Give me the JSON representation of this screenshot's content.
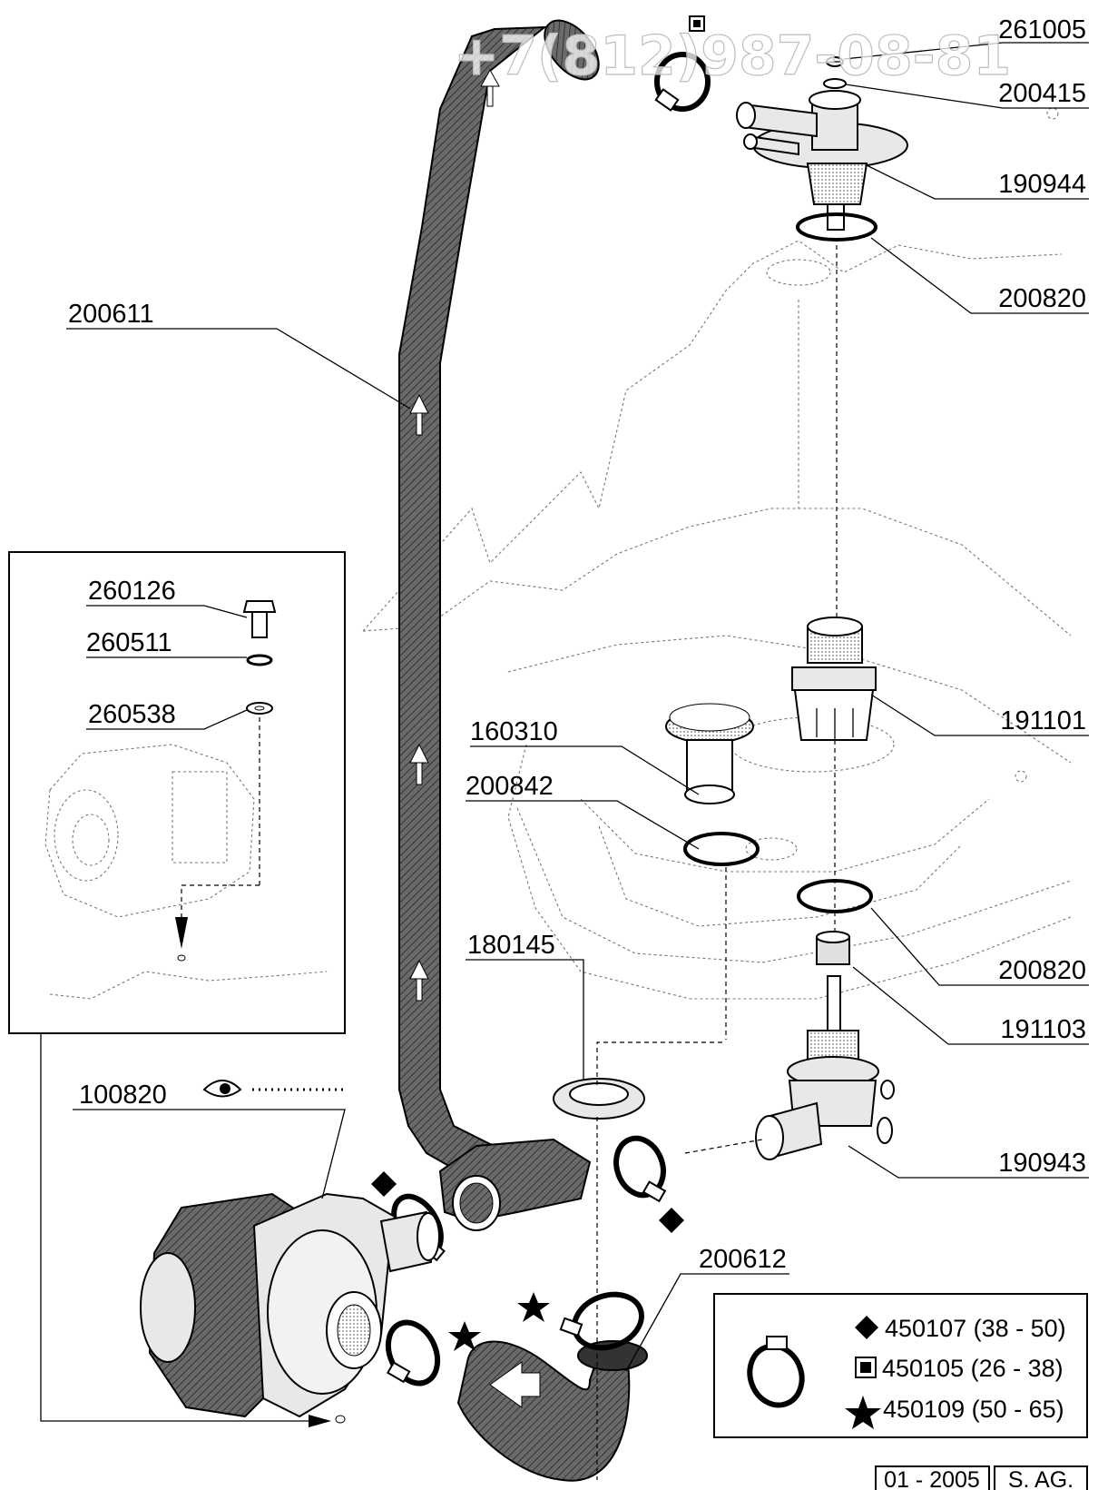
{
  "watermark": "+7(812)987-08-81",
  "part_labels": {
    "p261005": "261005",
    "p200415": "200415",
    "p190944": "190944",
    "p200820_top": "200820",
    "p200611": "200611",
    "p260126": "260126",
    "p260511": "260511",
    "p260538": "260538",
    "p191101": "191101",
    "p160310": "160310",
    "p200842": "200842",
    "p180145": "180145",
    "p200820_mid": "200820",
    "p191103": "191103",
    "p100820": "100820",
    "p190943": "190943",
    "p200612": "200612"
  },
  "legend": {
    "clamp_diamond": "450107 (38 - 50)",
    "clamp_square": "450105 (26 - 38)",
    "clamp_star": "450109 (50 - 65)"
  },
  "stamp": {
    "date": "01 - 2005",
    "author": "S. AG."
  },
  "colors": {
    "line": "#000000",
    "hose_fill": "#555555",
    "part_fill": "#d9d9d9",
    "ghost": "#777777"
  }
}
